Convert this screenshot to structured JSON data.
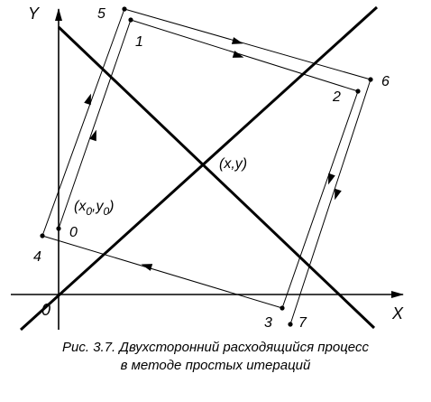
{
  "axes": {
    "x_label": "X",
    "y_label": "Y",
    "origin_label": "0"
  },
  "points": [
    {
      "id": "p0",
      "label": "0"
    },
    {
      "id": "p1",
      "label": "1"
    },
    {
      "id": "p2",
      "label": "2"
    },
    {
      "id": "p3",
      "label": "3"
    },
    {
      "id": "p4",
      "label": "4"
    },
    {
      "id": "p5",
      "label": "5"
    },
    {
      "id": "p6",
      "label": "6"
    },
    {
      "id": "p7",
      "label": "7"
    }
  ],
  "annotations": {
    "intersection": "(x,y)",
    "start_point": {
      "open": "(x",
      "sub1": "0",
      "mid": ",y",
      "sub2": "0",
      "close": ")"
    }
  },
  "caption": {
    "line1": "Рис. 3.7. Двухсторонний расходящийся процесс",
    "line2": "в методе простых итераций"
  }
}
